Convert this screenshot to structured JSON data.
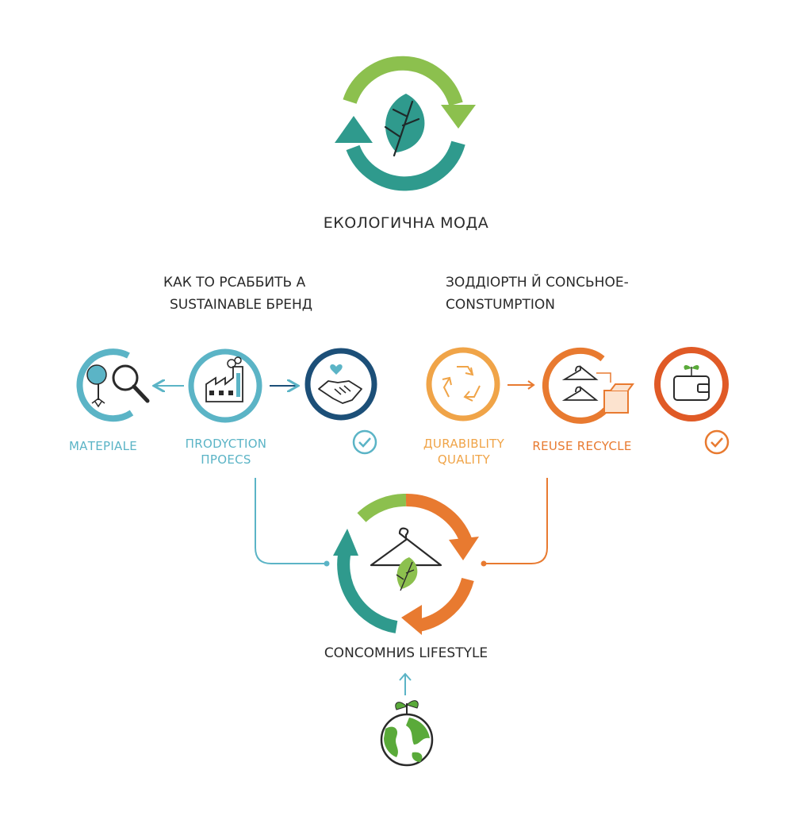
{
  "title": "ЕКОЛОГИЧНА МОДА",
  "sections": {
    "left": {
      "line1": "КАК ТО РСАББИТЬ А",
      "line2": "SUSTAINABLE БРЕНД"
    },
    "right": {
      "line1": "ЗОДДIОРТН Й CONCЬНОЕ-",
      "line2": "CONSTUMPTION"
    }
  },
  "steps": {
    "materials": {
      "label": "МАТЕРIALE",
      "icon": "tree-magnifier-icon"
    },
    "production": {
      "line1": "ПRODYCTION",
      "line2": "ПРОЕCS",
      "icon": "factory-icon"
    },
    "partnership": {
      "icon": "handshake-heart-icon"
    },
    "durability": {
      "line1": "ДURABIBLITY",
      "line2": "QUALITY",
      "icon": "recycle-icon"
    },
    "reuse": {
      "label": "REUSE RECYCLE",
      "icon": "hangers-box-icon"
    },
    "wallet": {
      "icon": "wallet-sprout-icon"
    }
  },
  "center": {
    "label": "CONCOMHИS LIFESTYLE",
    "icon": "hanger-leaf-icon"
  },
  "colors": {
    "green": "#8cc04e",
    "teal": "#2f9a8d",
    "blue": "#5bb4c6",
    "navy": "#1c4f78",
    "orange": "#e87a30",
    "light_orange": "#f0a448",
    "dark": "#2a2a2a"
  }
}
